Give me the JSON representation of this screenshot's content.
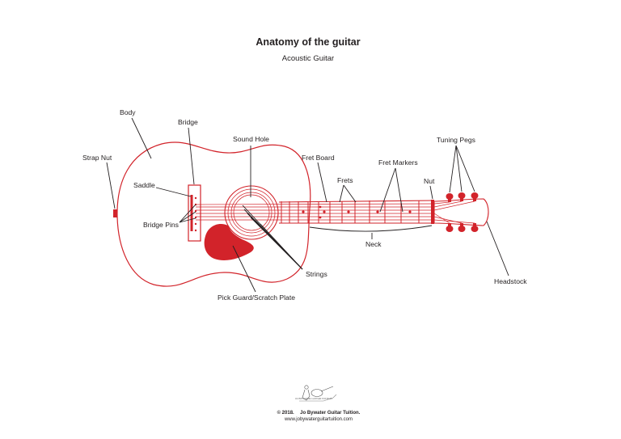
{
  "title": "Anatomy of the guitar",
  "subtitle": "Acoustic Guitar",
  "labels": {
    "body": "Body",
    "bridge": "Bridge",
    "sound_hole": "Sound Hole",
    "strap_nut": "Strap Nut",
    "saddle": "Saddle",
    "bridge_pins": "Bridge Pins",
    "fret_board": "Fret Board",
    "frets": "Frets",
    "fret_markers": "Fret Markers",
    "nut": "Nut",
    "tuning_pegs": "Tuning Pegs",
    "neck": "Neck",
    "strings": "Strings",
    "headstock": "Headstock",
    "pick_guard": "Pick Guard/Scratch Plate"
  },
  "footer": {
    "logo_text": "JO BYWATER GUITAR TUITION",
    "copyright_prefix": "© 2018.",
    "copyright_name": "Jo Bywater Guitar Tuition.",
    "website": "www.jobywaterguitartuition.com"
  },
  "colors": {
    "guitar": "#d2232a",
    "text": "#231f20"
  }
}
